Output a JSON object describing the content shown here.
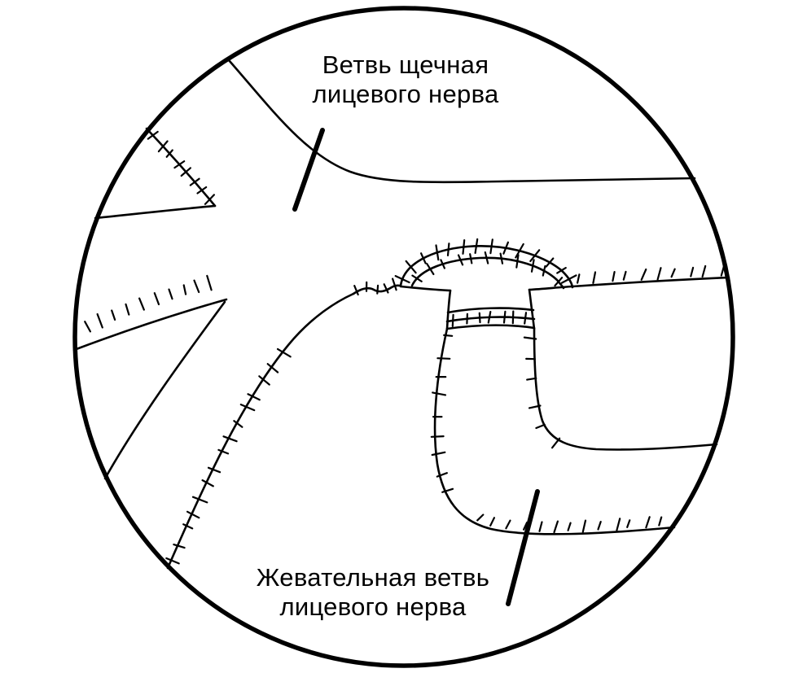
{
  "diagram": {
    "kind": "anatomical-line-illustration",
    "labels": {
      "buccal": {
        "line1": "Ветвь щечная",
        "line2": "лицевого нерва"
      },
      "masseteric": {
        "line1": "Жевательная ветвь",
        "line2": "лицевого нерва"
      }
    },
    "colors": {
      "line": "#000000",
      "background": "#ffffff"
    }
  }
}
